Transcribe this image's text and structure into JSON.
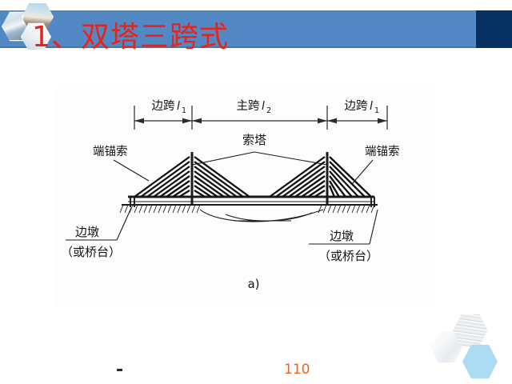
{
  "slide": {
    "title": "1、双塔三跨式",
    "title_color": "#e8231a",
    "header_color": "#5289c4",
    "header_accent_color": "#073160",
    "page_number": "110",
    "footer_dash": ""
  },
  "figure": {
    "caption": "a)",
    "background": "#fdfdfd",
    "labels": {
      "side_span_left": "边跨",
      "side_span_left_symbol": "l",
      "side_span_left_sub": "1",
      "main_span": "主跨",
      "main_span_symbol": "l",
      "main_span_sub": "2",
      "side_span_right": "边跨",
      "side_span_right_symbol": "l",
      "side_span_right_sub": "1",
      "pylon": "索塔",
      "anchor_cable_left": "端锚索",
      "anchor_cable_right": "端锚索",
      "pier_left": "边墩",
      "pier_left_alt": "（或桥台）",
      "pier_right": "边墩",
      "pier_right_alt": "（或桥台）"
    }
  },
  "decorations": {
    "hex_photo_left": "hexagon-photo-bridge",
    "hex_photo_top": "hexagon-photo-construction",
    "hex_photo_bottom": "hexagon-photo-road",
    "hex_deco_marble": "hexagon-marble",
    "hex_deco_stripe": "hexagon-striped",
    "hex_deco_blue": "hexagon-blue",
    "hex_deco_blue_color": "#addbf3"
  }
}
